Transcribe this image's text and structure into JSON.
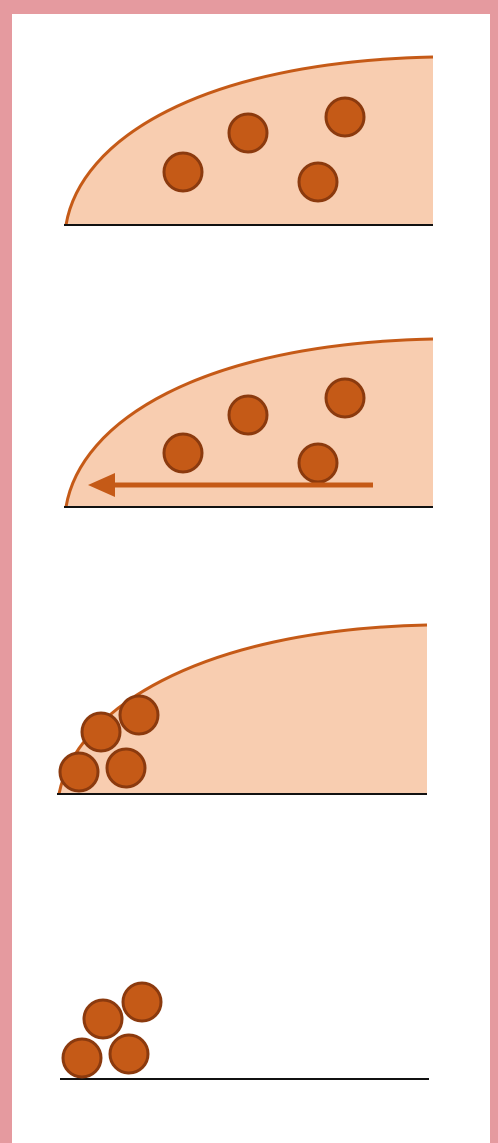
{
  "colors": {
    "border": "#e59a9f",
    "background": "#ffffff",
    "droplet_fill": "#f8cdb0",
    "droplet_stroke": "#c55a17",
    "particle_fill": "#c55a17",
    "particle_stroke": "#8b3a0e",
    "arrow": "#c55a17",
    "surface_line": "#111111"
  },
  "panels": [
    {
      "id": "panel-1",
      "step": 1,
      "droplet": true,
      "arrow": false,
      "particles": "dispersed"
    },
    {
      "id": "panel-2",
      "step": 2,
      "droplet": true,
      "arrow": true,
      "arrow_direction": "left",
      "particles": "dispersed"
    },
    {
      "id": "panel-3",
      "step": 3,
      "droplet": true,
      "arrow": false,
      "particles": "clustered-at-edge"
    },
    {
      "id": "panel-4",
      "step": 4,
      "droplet": false,
      "arrow": false,
      "particles": "deposited"
    }
  ]
}
